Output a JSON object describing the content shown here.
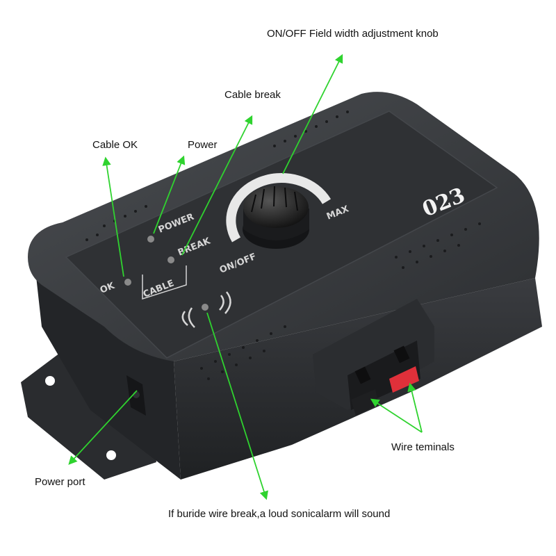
{
  "callouts": {
    "knob": "ON/OFF Field width adjustment knob",
    "cable_break": "Cable break",
    "cable_ok": "Cable OK",
    "power": "Power",
    "wire_terminals": "Wire teminals",
    "power_port": "Power port",
    "alarm": "If buride wire break,a loud sonicalarm will sound"
  },
  "device": {
    "model": "023",
    "power_label": "POWER",
    "break_label": "BREAK",
    "ok_label": "OK",
    "cable_label": "CABLE",
    "onoff_label": "ON/OFF",
    "max_label": "MAX"
  },
  "colors": {
    "arrow": "#2fd32f",
    "body": "#3a3d40",
    "terminal_red": "#e0303a"
  }
}
